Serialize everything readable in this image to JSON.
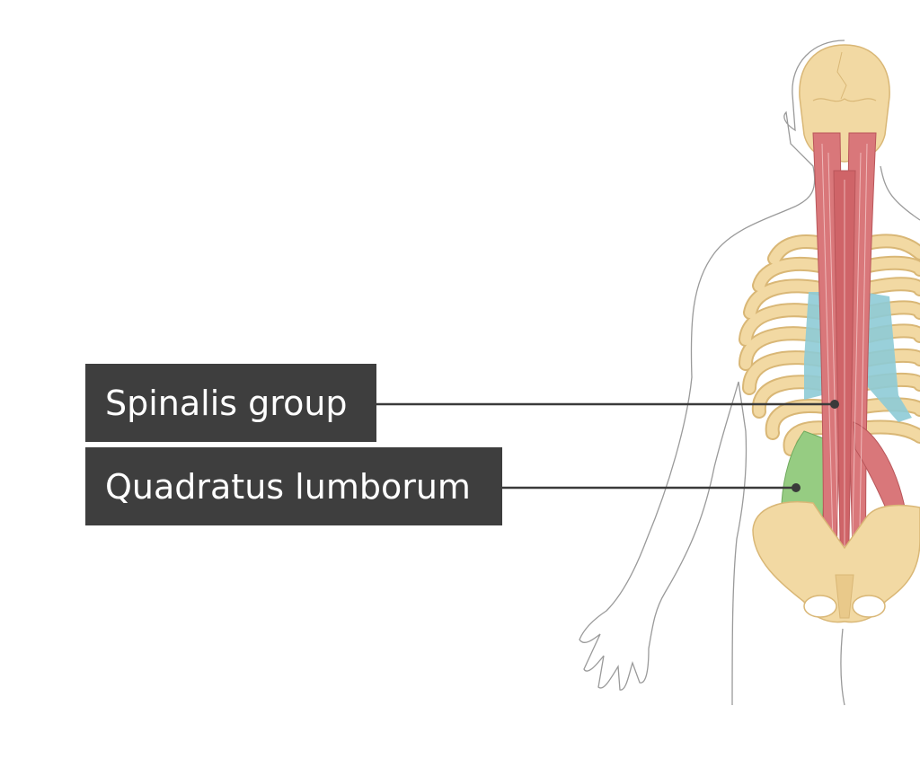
{
  "labels": {
    "spinalis": "Spinalis group",
    "quadratus": "Quadratus lumborum"
  },
  "colors": {
    "label_background": "#3e3e3e",
    "label_text": "#ffffff",
    "bone": "#f2d9a3",
    "bone_outline": "#d9b776",
    "muscle_red": "#d9777a",
    "muscle_green": "#96cc82",
    "muscle_blue": "#8ecbd6",
    "body_outline": "#9a9a9a",
    "leader_line": "#3a3a3a"
  },
  "icons": {
    "pointer": "leader-dot"
  }
}
